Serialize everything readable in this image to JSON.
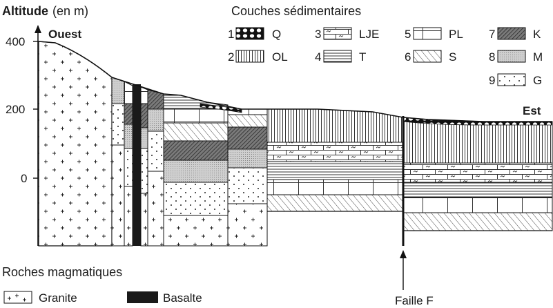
{
  "axis": {
    "title_bold": "Altitude",
    "title_unit": "(en m)",
    "ticks": [
      "400",
      "200",
      "0"
    ]
  },
  "directions": {
    "west": "Ouest",
    "east": "Est"
  },
  "legend_sedimentary": {
    "title": "Couches sédimentaires",
    "items": [
      {
        "num": "1",
        "code": "Q"
      },
      {
        "num": "2",
        "code": "OL"
      },
      {
        "num": "3",
        "code": "LJE"
      },
      {
        "num": "4",
        "code": "T"
      },
      {
        "num": "5",
        "code": "PL"
      },
      {
        "num": "6",
        "code": "S"
      },
      {
        "num": "7",
        "code": "K"
      },
      {
        "num": "8",
        "code": "M"
      },
      {
        "num": "9",
        "code": "G"
      }
    ]
  },
  "legend_magmatic": {
    "title": "Roches magmatiques",
    "items": [
      {
        "label": "Granite"
      },
      {
        "label": "Basalte"
      }
    ]
  },
  "fault": {
    "label": "Faille F"
  }
}
